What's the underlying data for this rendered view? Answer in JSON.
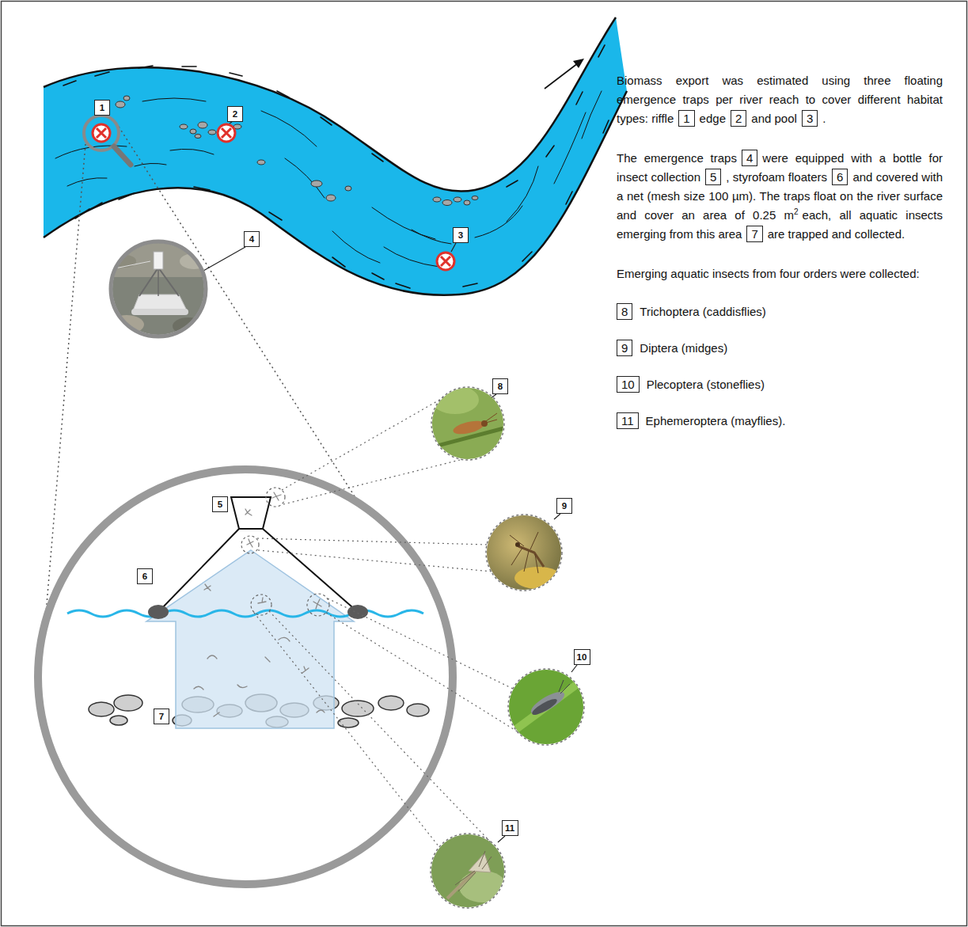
{
  "diagram": {
    "labels": [
      "1",
      "2",
      "3",
      "4",
      "5",
      "6",
      "7",
      "8",
      "9",
      "10",
      "11",
      "Biomass export was estimated using three floating emergence traps per river reach to cover different habitat types: riffle",
      "1",
      "edge",
      "2",
      "and pool",
      "3",
      ".",
      "The emergence traps",
      "4",
      "were equipped with a bottle for insect collection",
      "5",
      ", styrofoam floaters",
      "6",
      "and covered with a net (mesh size 100 µm). The traps float on the river surface and cover an area of 0.25 m",
      "2",
      "each, all aquatic insects emerging from this area",
      "7",
      "are trapped and collected.",
      "Emerging aquatic insects from four orders were collected:",
      "8",
      "Trichoptera (caddisflies)",
      "9",
      "Diptera (midges)",
      "10",
      "Plecoptera (stoneflies)",
      "11",
      "Ephemeroptera (mayflies)."
    ]
  }
}
